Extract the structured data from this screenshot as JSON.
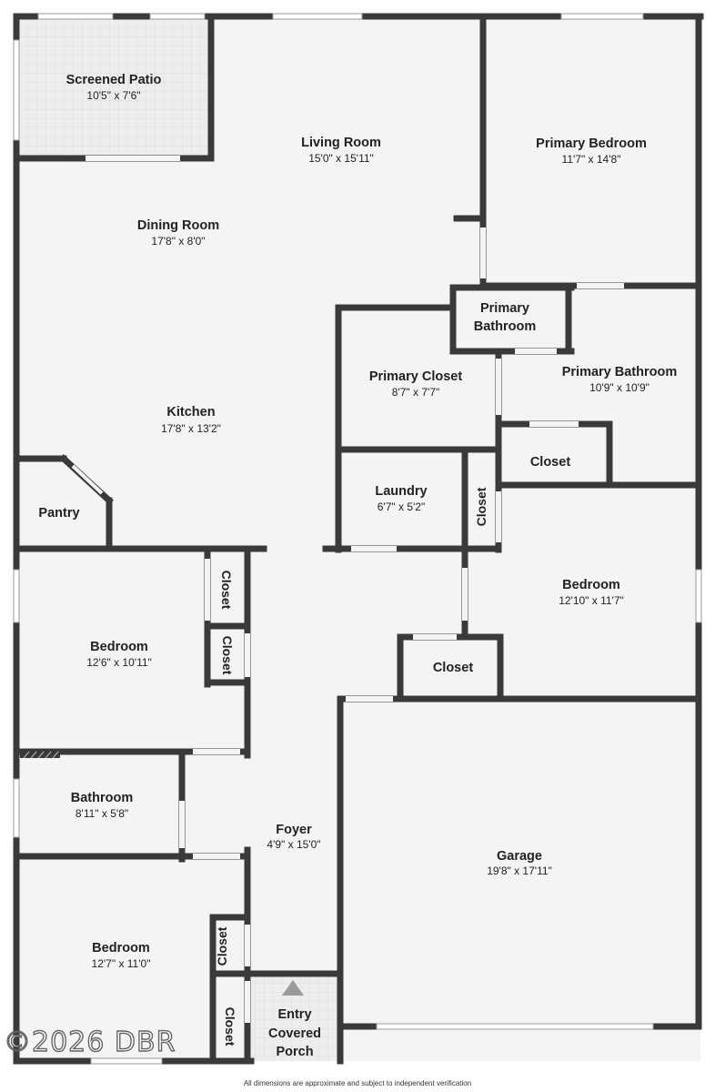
{
  "rooms": {
    "screened_patio": {
      "name": "Screened Patio",
      "dim": "10'5\" x 7'6\""
    },
    "living_room": {
      "name": "Living Room",
      "dim": "15'0\" x 15'11\""
    },
    "primary_bedroom": {
      "name": "Primary Bedroom",
      "dim": "11'7\" x 14'8\""
    },
    "dining_room": {
      "name": "Dining Room",
      "dim": "17'8\" x 8'0\""
    },
    "primary_bathroom_small": {
      "line1": "Primary",
      "line2": "Bathroom"
    },
    "primary_closet": {
      "name": "Primary Closet",
      "dim": "8'7\" x 7'7\""
    },
    "primary_bathroom": {
      "name": "Primary Bathroom",
      "dim": "10'9\" x 10'9\""
    },
    "kitchen": {
      "name": "Kitchen",
      "dim": "17'8\" x 13'2\""
    },
    "closet_bath": {
      "name": "Closet"
    },
    "laundry": {
      "name": "Laundry",
      "dim": "6'7\" x 5'2\""
    },
    "pantry": {
      "name": "Pantry"
    },
    "closet_laundry": {
      "name": "Closet"
    },
    "bedroom_east": {
      "name": "Bedroom",
      "dim": "12'10\" x 11'7\""
    },
    "closet_west_1": {
      "name": "Closet"
    },
    "closet_west_2": {
      "name": "Closet"
    },
    "bedroom_west": {
      "name": "Bedroom",
      "dim": "12'6\" x 10'11\""
    },
    "closet_east_small": {
      "name": "Closet"
    },
    "bathroom": {
      "name": "Bathroom",
      "dim": "8'11\" x 5'8\""
    },
    "foyer": {
      "name": "Foyer",
      "dim": "4'9\" x 15'0\""
    },
    "garage": {
      "name": "Garage",
      "dim": "19'8\" x 17'11\""
    },
    "bedroom_south": {
      "name": "Bedroom",
      "dim": "12'7\" x 11'0\""
    },
    "closet_south_1": {
      "name": "Closet"
    },
    "closet_south_2": {
      "name": "Closet"
    },
    "entry": {
      "line1": "Entry",
      "line2": "Covered",
      "line3": "Porch"
    }
  },
  "watermark": "©2026 DBR",
  "footnote": "All dimensions are approximate and subject to independent verification",
  "colors": {
    "wall": "#3a3a3a",
    "floor": "#f4f4f4",
    "patio": "#ececec",
    "window": "#ffffff"
  }
}
